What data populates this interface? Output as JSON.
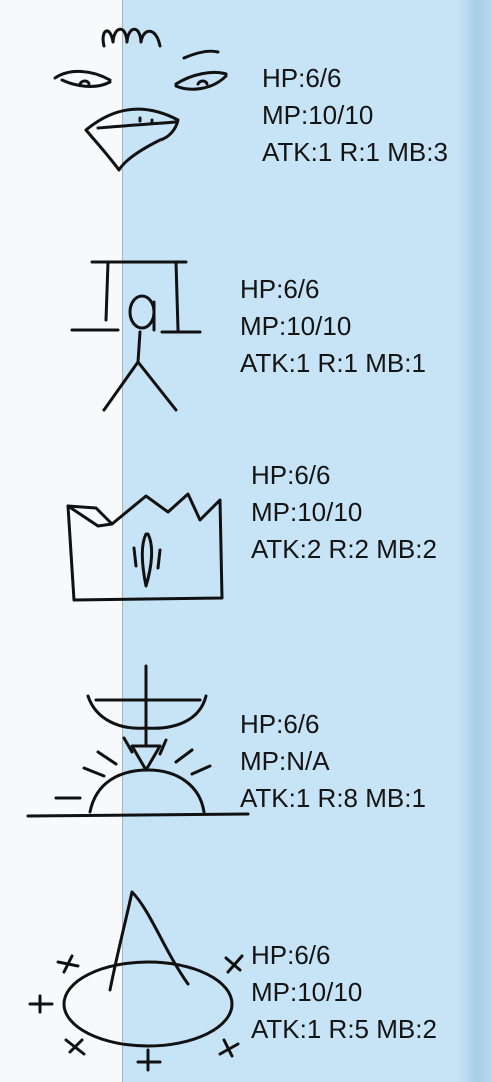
{
  "units": [
    {
      "icon": "bird-face-icon",
      "hp": "HP:6/6",
      "mp": "MP:10/10",
      "atk": "ATK:1 R:1 MB:3"
    },
    {
      "icon": "stick-figure-glyph-icon",
      "hp": "HP:6/6",
      "mp": "MP:10/10",
      "atk": "ATK:1 R:1 MB:1"
    },
    {
      "icon": "crown-icon",
      "hp": "HP:6/6",
      "mp": "MP:10/10",
      "atk": "ATK:2 R:2 MB:2"
    },
    {
      "icon": "sunrise-sword-icon",
      "hp": "HP:6/6",
      "mp": "MP:N/A",
      "atk": "ATK:1 R:8 MB:1"
    },
    {
      "icon": "witch-hat-icon",
      "hp": "HP:6/6",
      "mp": "MP:10/10",
      "atk": "ATK:1 R:5 MB:2"
    }
  ]
}
